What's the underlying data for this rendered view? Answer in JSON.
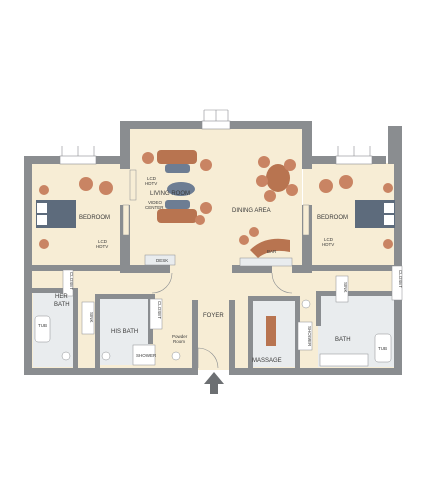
{
  "colors": {
    "wall": "#8a8d90",
    "floor": "#f7edd5",
    "bath_floor": "#e9ecee",
    "sofa": "#b87450",
    "sofa_dark": "#8a4e32",
    "chair": "#c98463",
    "bed": "#5d6b7c",
    "pillow": "#ffffff",
    "table": "#6d7d93",
    "window": "#ffffff",
    "arrow": "#6c6f72"
  },
  "icons": [
    "entry-arrow-icon"
  ],
  "labels": {
    "lcd_hdtv_living": [
      "LCD",
      "HDTV"
    ],
    "living_room": "LIVING ROOM",
    "video_center": [
      "VIDEO",
      "CENTER"
    ],
    "desk": "DESK",
    "dining_area": "DINING AREA",
    "bar": "BAR",
    "bedroom_left": "BEDROOM",
    "bedroom_right": "BEDROOM",
    "lcd_hdtv_left": [
      "LCD",
      "HDTV"
    ],
    "lcd_hdtv_right": [
      "LCD",
      "HDTV"
    ],
    "closet_left": "CLOSET",
    "closet_right": "CLOSET",
    "closet_mid": "CLOSET",
    "sink_left": "SINK",
    "sink_right": "SINK",
    "her_bath": [
      "HER",
      "BATH"
    ],
    "tub_left": "TUB",
    "tub_right": "TUB",
    "his_bath": "HIS BATH",
    "shower_mid": "SHOWER",
    "shower_right": "SHOWER",
    "powder_room": [
      "Powder",
      "Room"
    ],
    "foyer": "FOYER",
    "massage": "MASSAGE",
    "bath": "BATH"
  }
}
